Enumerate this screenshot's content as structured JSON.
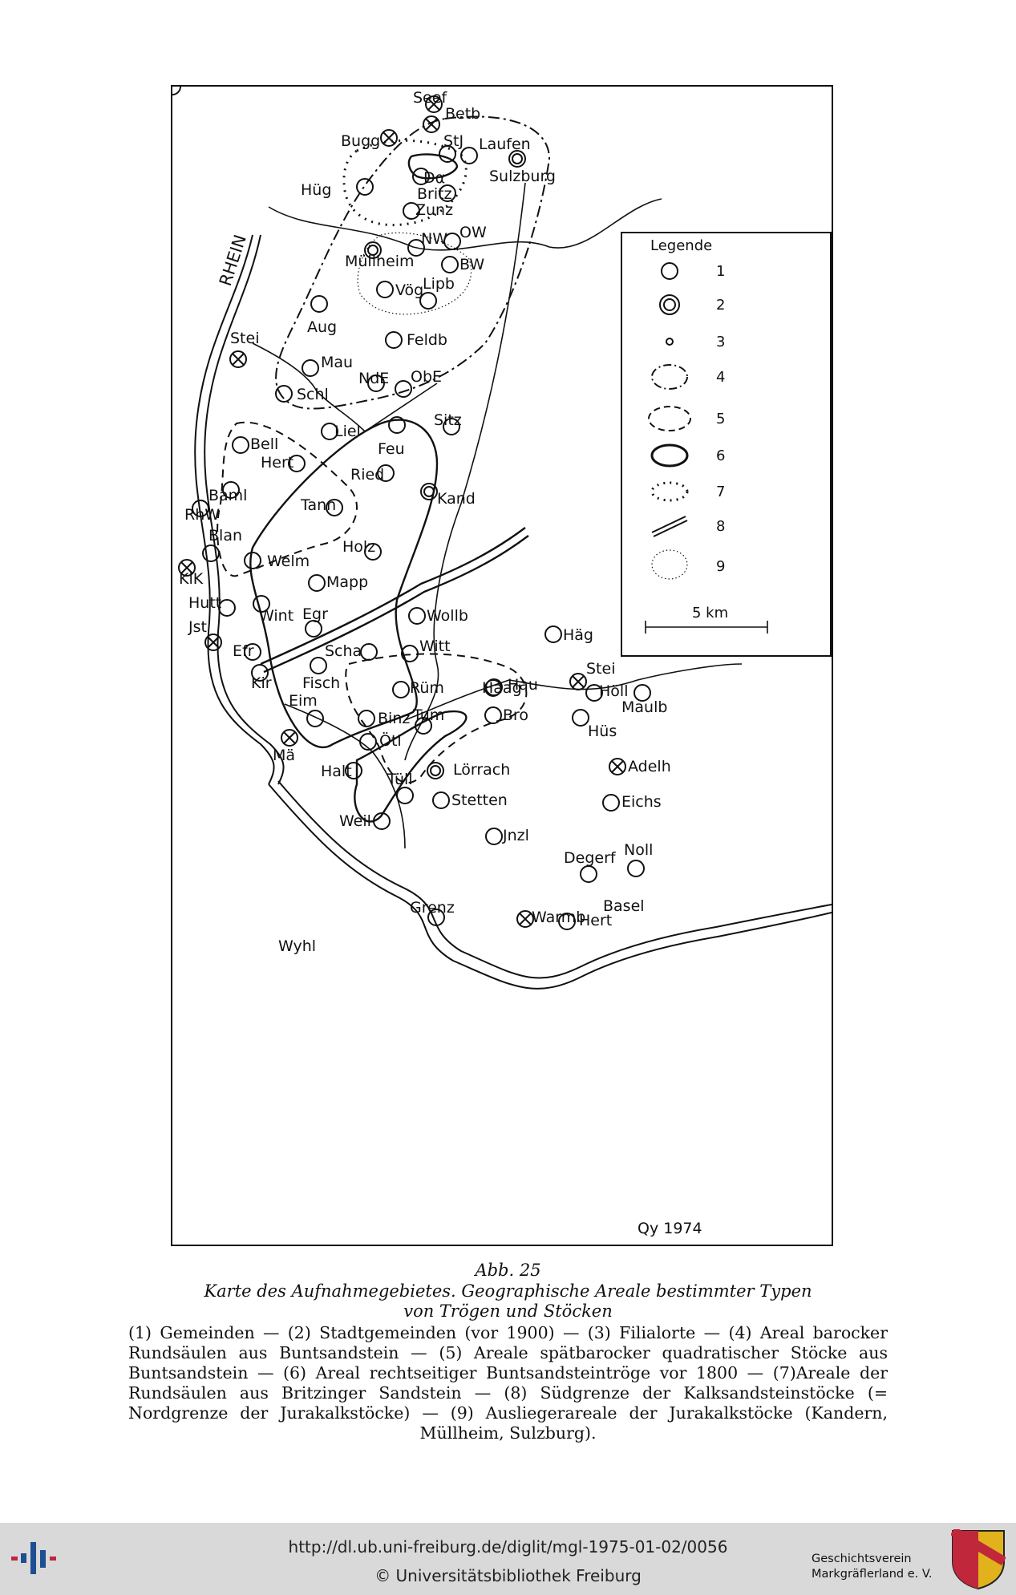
{
  "map": {
    "places": [
      {
        "name": "Seef",
        "type": "cross"
      },
      {
        "name": "Betb",
        "type": "cross"
      },
      {
        "name": "Bugg",
        "type": "cross"
      },
      {
        "name": "StJ",
        "type": "gemeinde"
      },
      {
        "name": "Laufen",
        "type": "gemeinde"
      },
      {
        "name": "Sulzburg",
        "type": "stadt"
      },
      {
        "name": "Dα",
        "type": "gemeinde"
      },
      {
        "name": "Britz",
        "type": "gemeinde"
      },
      {
        "name": "Hüg",
        "type": "gemeinde"
      },
      {
        "name": "Zunz",
        "type": "gemeinde"
      },
      {
        "name": "NW",
        "type": "gemeinde"
      },
      {
        "name": "OW",
        "type": "gemeinde"
      },
      {
        "name": "Müllheim",
        "type": "stadt"
      },
      {
        "name": "BW",
        "type": "gemeinde"
      },
      {
        "name": "Vög",
        "type": "gemeinde"
      },
      {
        "name": "Lipb",
        "type": "gemeinde"
      },
      {
        "name": "Aug",
        "type": "gemeinde"
      },
      {
        "name": "Feldb",
        "type": "gemeinde"
      },
      {
        "name": "Stei",
        "type": "cross"
      },
      {
        "name": "Mau",
        "type": "gemeinde"
      },
      {
        "name": "NdE",
        "type": "gemeinde"
      },
      {
        "name": "ObE",
        "type": "gemeinde"
      },
      {
        "name": "Schl",
        "type": "gemeinde"
      },
      {
        "name": "Liel",
        "type": "gemeinde"
      },
      {
        "name": "Sitz",
        "type": "gemeinde"
      },
      {
        "name": "Feu",
        "type": "gemeinde"
      },
      {
        "name": "Bell",
        "type": "gemeinde"
      },
      {
        "name": "Hert",
        "type": "gemeinde"
      },
      {
        "name": "Ried",
        "type": "gemeinde"
      },
      {
        "name": "Kand",
        "type": "stadt"
      },
      {
        "name": "Baml",
        "type": "gemeinde"
      },
      {
        "name": "Tann",
        "type": "gemeinde"
      },
      {
        "name": "RhW",
        "type": "gemeinde"
      },
      {
        "name": "Blan",
        "type": "gemeinde"
      },
      {
        "name": "Holz",
        "type": "gemeinde"
      },
      {
        "name": "KlK",
        "type": "cross"
      },
      {
        "name": "Welm",
        "type": "gemeinde"
      },
      {
        "name": "Mapp",
        "type": "gemeinde"
      },
      {
        "name": "Hutt",
        "type": "gemeinde"
      },
      {
        "name": "Wint",
        "type": "gemeinde"
      },
      {
        "name": "Egr",
        "type": "gemeinde"
      },
      {
        "name": "Wollb",
        "type": "gemeinde"
      },
      {
        "name": "Häg",
        "type": "gemeinde"
      },
      {
        "name": "Jst",
        "type": "cross"
      },
      {
        "name": "Efr",
        "type": "gemeinde"
      },
      {
        "name": "Scha",
        "type": "gemeinde"
      },
      {
        "name": "Witt",
        "type": "gemeinde"
      },
      {
        "name": "Stei",
        "type": "cross"
      },
      {
        "name": "Kir",
        "type": "gemeinde"
      },
      {
        "name": "Fisch",
        "type": "gemeinde"
      },
      {
        "name": "Rüm",
        "type": "gemeinde"
      },
      {
        "name": "Haag",
        "type": "gemeinde"
      },
      {
        "name": "Hau",
        "type": "gemeinde"
      },
      {
        "name": "Höll",
        "type": "gemeinde"
      },
      {
        "name": "Maulb",
        "type": "gemeinde"
      },
      {
        "name": "Eim",
        "type": "gemeinde"
      },
      {
        "name": "Binz",
        "type": "gemeinde"
      },
      {
        "name": "Tum",
        "type": "gemeinde"
      },
      {
        "name": "Bro",
        "type": "gemeinde"
      },
      {
        "name": "Hüs",
        "type": "gemeinde"
      },
      {
        "name": "Mä",
        "type": "cross"
      },
      {
        "name": "Ötl",
        "type": "gemeinde"
      },
      {
        "name": "Adelh",
        "type": "cross"
      },
      {
        "name": "Halt",
        "type": "gemeinde"
      },
      {
        "name": "Lörrach",
        "type": "stadt"
      },
      {
        "name": "Tüll",
        "type": "gemeinde"
      },
      {
        "name": "Stetten",
        "type": "gemeinde"
      },
      {
        "name": "Eichs",
        "type": "gemeinde"
      },
      {
        "name": "Weil",
        "type": "gemeinde"
      },
      {
        "name": "Jnzl",
        "type": "gemeinde"
      },
      {
        "name": "Degerf",
        "type": "gemeinde"
      },
      {
        "name": "Noll",
        "type": "gemeinde"
      },
      {
        "name": "Grenz",
        "type": "gemeinde"
      },
      {
        "name": "Hert",
        "type": "gemeinde"
      },
      {
        "name": "Warmb",
        "type": "cross"
      },
      {
        "name": "Basel",
        "type": "text"
      },
      {
        "name": "Wyhl",
        "type": "gemeinde"
      }
    ],
    "river_label": "RHEIN",
    "credit": "Qy 1974",
    "legend": {
      "title": "Legende",
      "items": [
        "1",
        "2",
        "3",
        "4",
        "5",
        "6",
        "7",
        "8",
        "9"
      ],
      "scale_label": "5 km"
    }
  },
  "caption": {
    "figure_number": "Abb. 25",
    "title_line1": "Karte des Aufnahmegebietes. Geographische Areale bestimmter Typen",
    "title_line2": "von Trögen und Stöcken",
    "legend_text": "(1) Gemeinden — (2) Stadtgemeinden (vor 1900) — (3) Filialorte — (4) Areal barocker Rundsäulen aus Buntsandstein — (5) Areale spätbarocker quadratischer Stöcke aus Buntsandstein — (6) Areal rechtseitiger Buntsandsteintröge vor 1800 — (7)Areale der Rundsäulen aus Britzinger Sandstein — (8) Südgrenze der Kalksandsteinstöcke (= Nordgrenze der Jurakalkstöcke) — (9) Ausliegerareale der Jurakalkstöcke (Kandern, Müllheim, Sulzburg)."
  },
  "footer": {
    "url": "http://dl.ub.uni-freiburg.de/diglit/mgl-1975-01-02/0056",
    "copyright": "© Universitätsbibliothek Freiburg",
    "society_line1": "Geschichtsverein",
    "society_line2": "Markgräflerland e. V."
  }
}
